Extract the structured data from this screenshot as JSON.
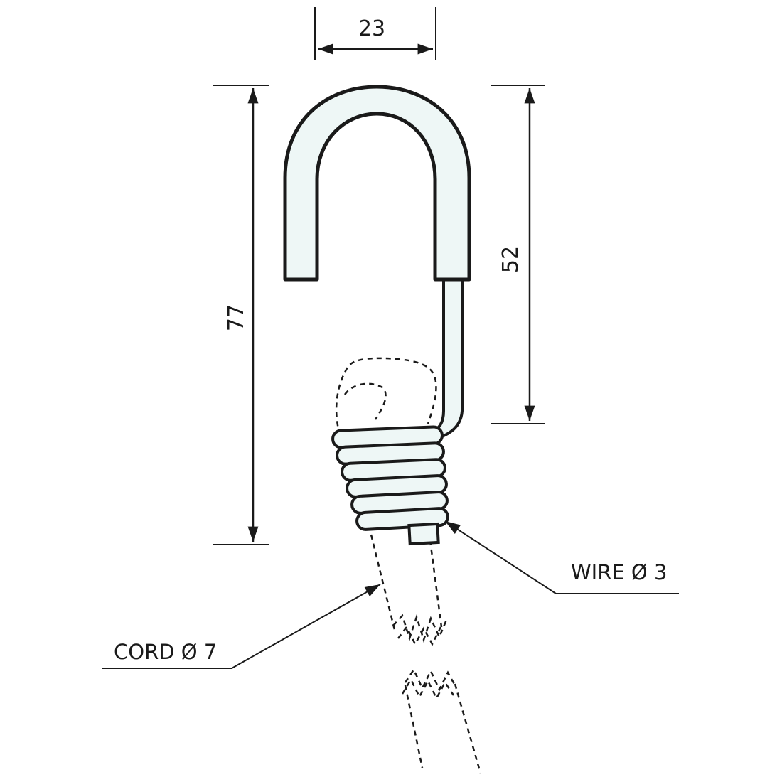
{
  "diagram": {
    "colors": {
      "line": "#1a1a1a",
      "hook_fill": "#eef7f6",
      "background": "#ffffff"
    },
    "dimensions": {
      "width": "23",
      "overall_height": "77",
      "hook_height": "52"
    },
    "labels": {
      "wire": "WIRE Ø 3",
      "cord": "CORD Ø 7"
    }
  }
}
